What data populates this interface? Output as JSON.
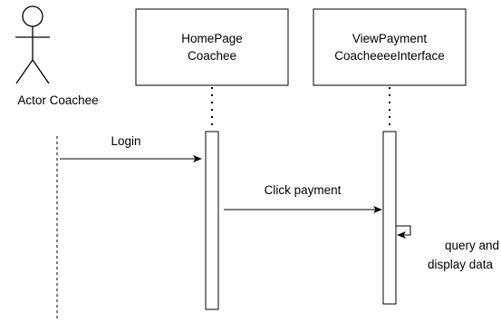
{
  "actor": {
    "label": "Actor Coachee"
  },
  "participants": [
    {
      "line1": "HomePage",
      "line2": "Coachee"
    },
    {
      "line1": "ViewPayment",
      "line2": "CoacheeeeInterface"
    }
  ],
  "messages": [
    {
      "label": "Login"
    },
    {
      "label": "Click payment"
    },
    {
      "label_line1": "query and",
      "label_line2": "display data"
    }
  ],
  "colors": {
    "stroke": "#000000",
    "background": "#ffffff"
  }
}
